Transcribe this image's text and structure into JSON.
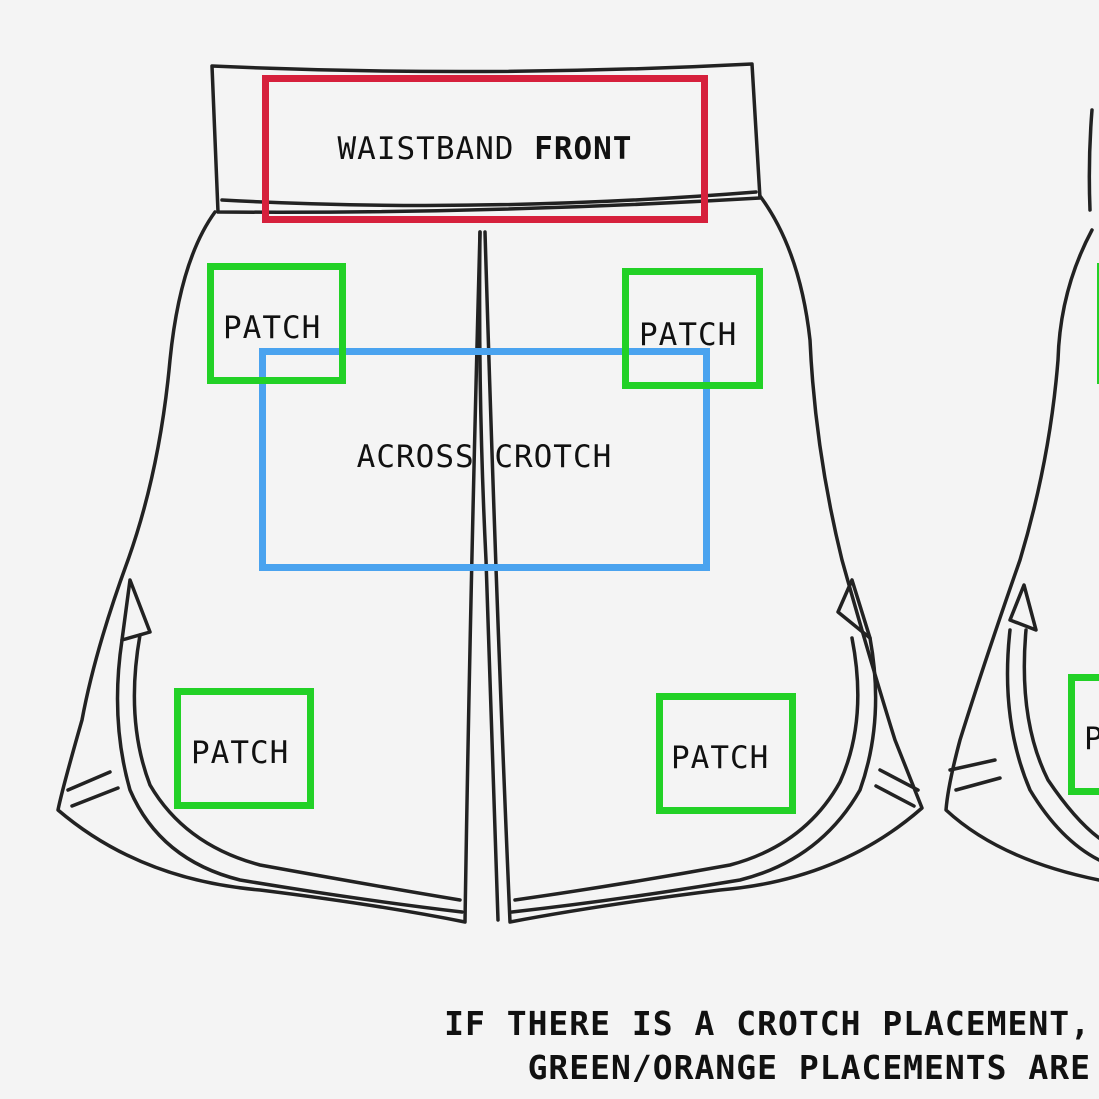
{
  "colors": {
    "waistband": "#d6203c",
    "patch": "#22d126",
    "crotch": "#4aa3ef",
    "outline": "#222222",
    "background": "#f4f4f4"
  },
  "labels": {
    "waistband_prefix": "WAISTBAND",
    "waistband_bold": "FRONT",
    "patch_top_left": "PATCH",
    "patch_top_right": "PATCH",
    "patch_bottom_left": "PATCH",
    "patch_bottom_right": "PATCH",
    "patch_second_view": "P",
    "crotch": "ACROSS CROTCH"
  },
  "note": {
    "line1": "IF THERE IS A CROTCH PLACEMENT,",
    "line2": "GREEN/ORANGE PLACEMENTS ARE"
  }
}
